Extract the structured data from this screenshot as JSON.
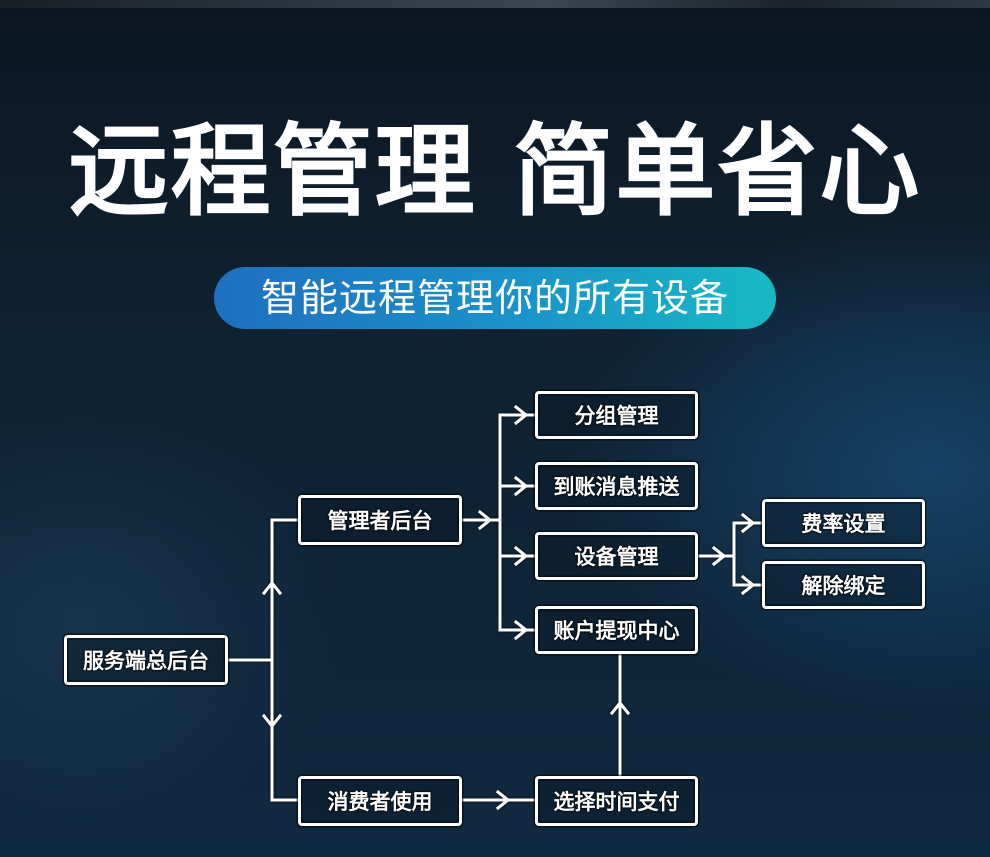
{
  "headline": "远程管理 简单省心",
  "tagline": "智能远程管理你的所有设备",
  "nodes": {
    "root": "服务端总后台",
    "admin": "管理者后台",
    "consumer": "消费者使用",
    "group": "分组管理",
    "arrival": "到账消息推送",
    "device": "设备管理",
    "withdraw": "账户提现中心",
    "select_time": "选择时间支付",
    "rate": "费率设置",
    "unbind": "解除绑定"
  },
  "colors": {
    "pill_start": "#1f6fbf",
    "pill_end": "#17b9c4",
    "line": "#ffffff"
  }
}
